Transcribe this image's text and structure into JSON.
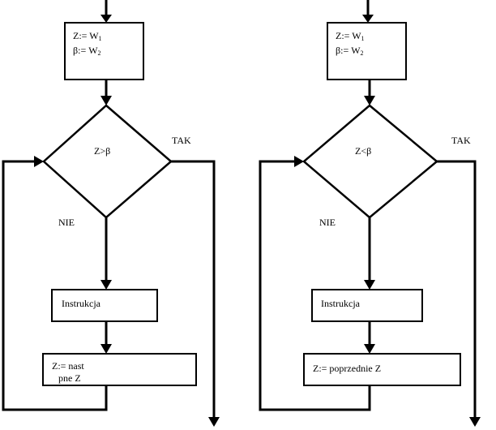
{
  "left_flowchart": {
    "init_line1": "Z:= W",
    "init_line1_sub": "1",
    "init_line2": "β:= W",
    "init_line2_sub": "2",
    "condition": "Z>β",
    "yes_label": "TAK",
    "no_label": "NIE",
    "instruction": "Instrukcja",
    "update_line1": "Z:= nast",
    "update_line2": "pne Z"
  },
  "right_flowchart": {
    "init_line1": "Z:= W",
    "init_line1_sub": "1",
    "init_line2": "β:= W",
    "init_line2_sub": "2",
    "condition": "Z<β",
    "yes_label": "TAK",
    "no_label": "NIE",
    "instruction": "Instrukcja",
    "update": "Z:= poprzednie Z"
  }
}
